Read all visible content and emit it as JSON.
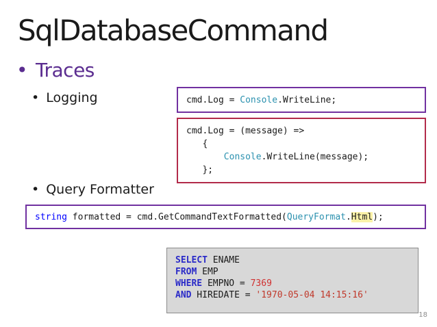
{
  "slide": {
    "title": "SqlDatabaseCommand",
    "bullets": {
      "traces": "Traces",
      "logging": "Logging",
      "query_formatter": "Query Formatter"
    },
    "page_number": "18"
  },
  "code_boxes": {
    "log_simple": "cmd.Log = Console.WriteLine;",
    "log_lambda": [
      "cmd.Log = (message) =>",
      "{",
      "Console.WriteLine(message);",
      "};"
    ],
    "formatter_line": "string formatted = cmd.GetCommandTextFormatted(QueryFormat.Html);"
  },
  "sql_output": [
    {
      "keyword": "SELECT",
      "rest": "ENAME"
    },
    {
      "keyword": "FROM",
      "rest": "EMP"
    },
    {
      "keyword": "WHERE",
      "rest": "EMPNO = ",
      "number": "7369"
    },
    {
      "keyword": "AND",
      "rest": "HIREDATE = ",
      "string": "'1970-05-04 14:15:16'"
    }
  ],
  "colors": {
    "accent_purple": "#7030a0",
    "box_red": "#b22a4a",
    "type_color": "#2b91af",
    "sql_keyword": "#2a2ac8",
    "sql_literal": "#d03030",
    "highlight": "#fbf2a8"
  }
}
